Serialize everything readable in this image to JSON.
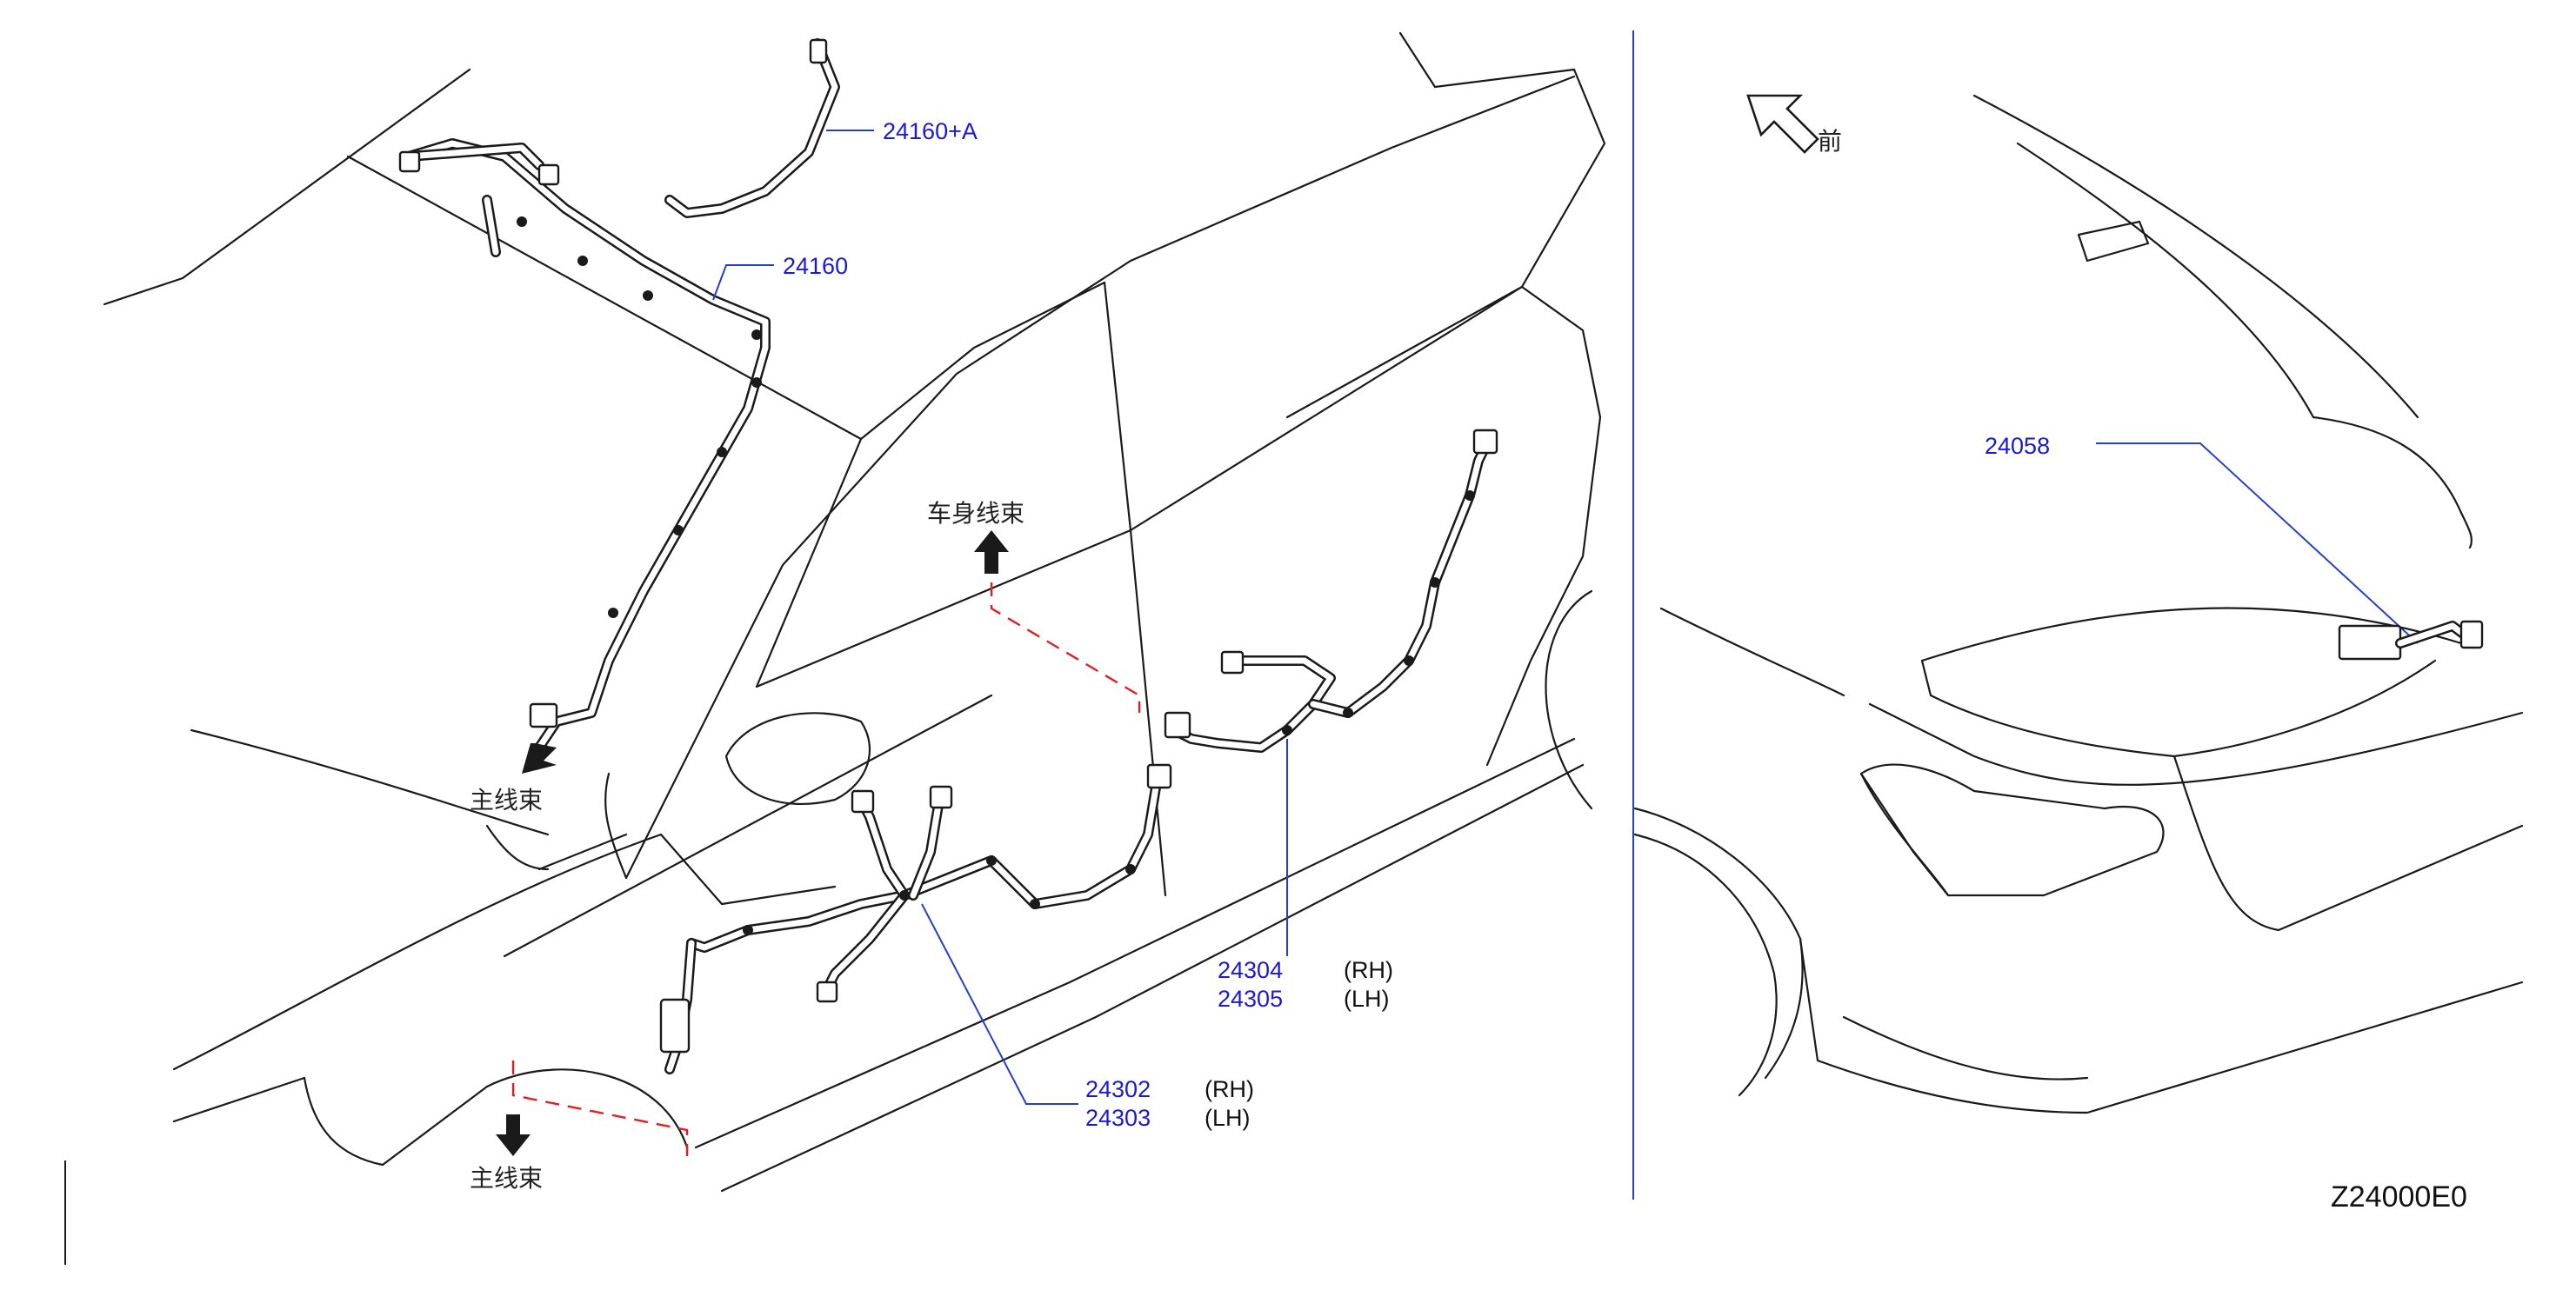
{
  "diagram": {
    "callouts": {
      "roof_front": "24160+A",
      "roof": "24160",
      "front_door": "24302",
      "front_door_lh": "24303",
      "rear_door": "24304",
      "rear_door_lh": "24305",
      "back_door": "24058"
    },
    "sides": {
      "rh": "(RH)",
      "lh": "(LH)"
    },
    "labels": {
      "main_harness": "主线束",
      "body_harness": "车身线束",
      "front": "前"
    },
    "code": "Z24000E0"
  }
}
